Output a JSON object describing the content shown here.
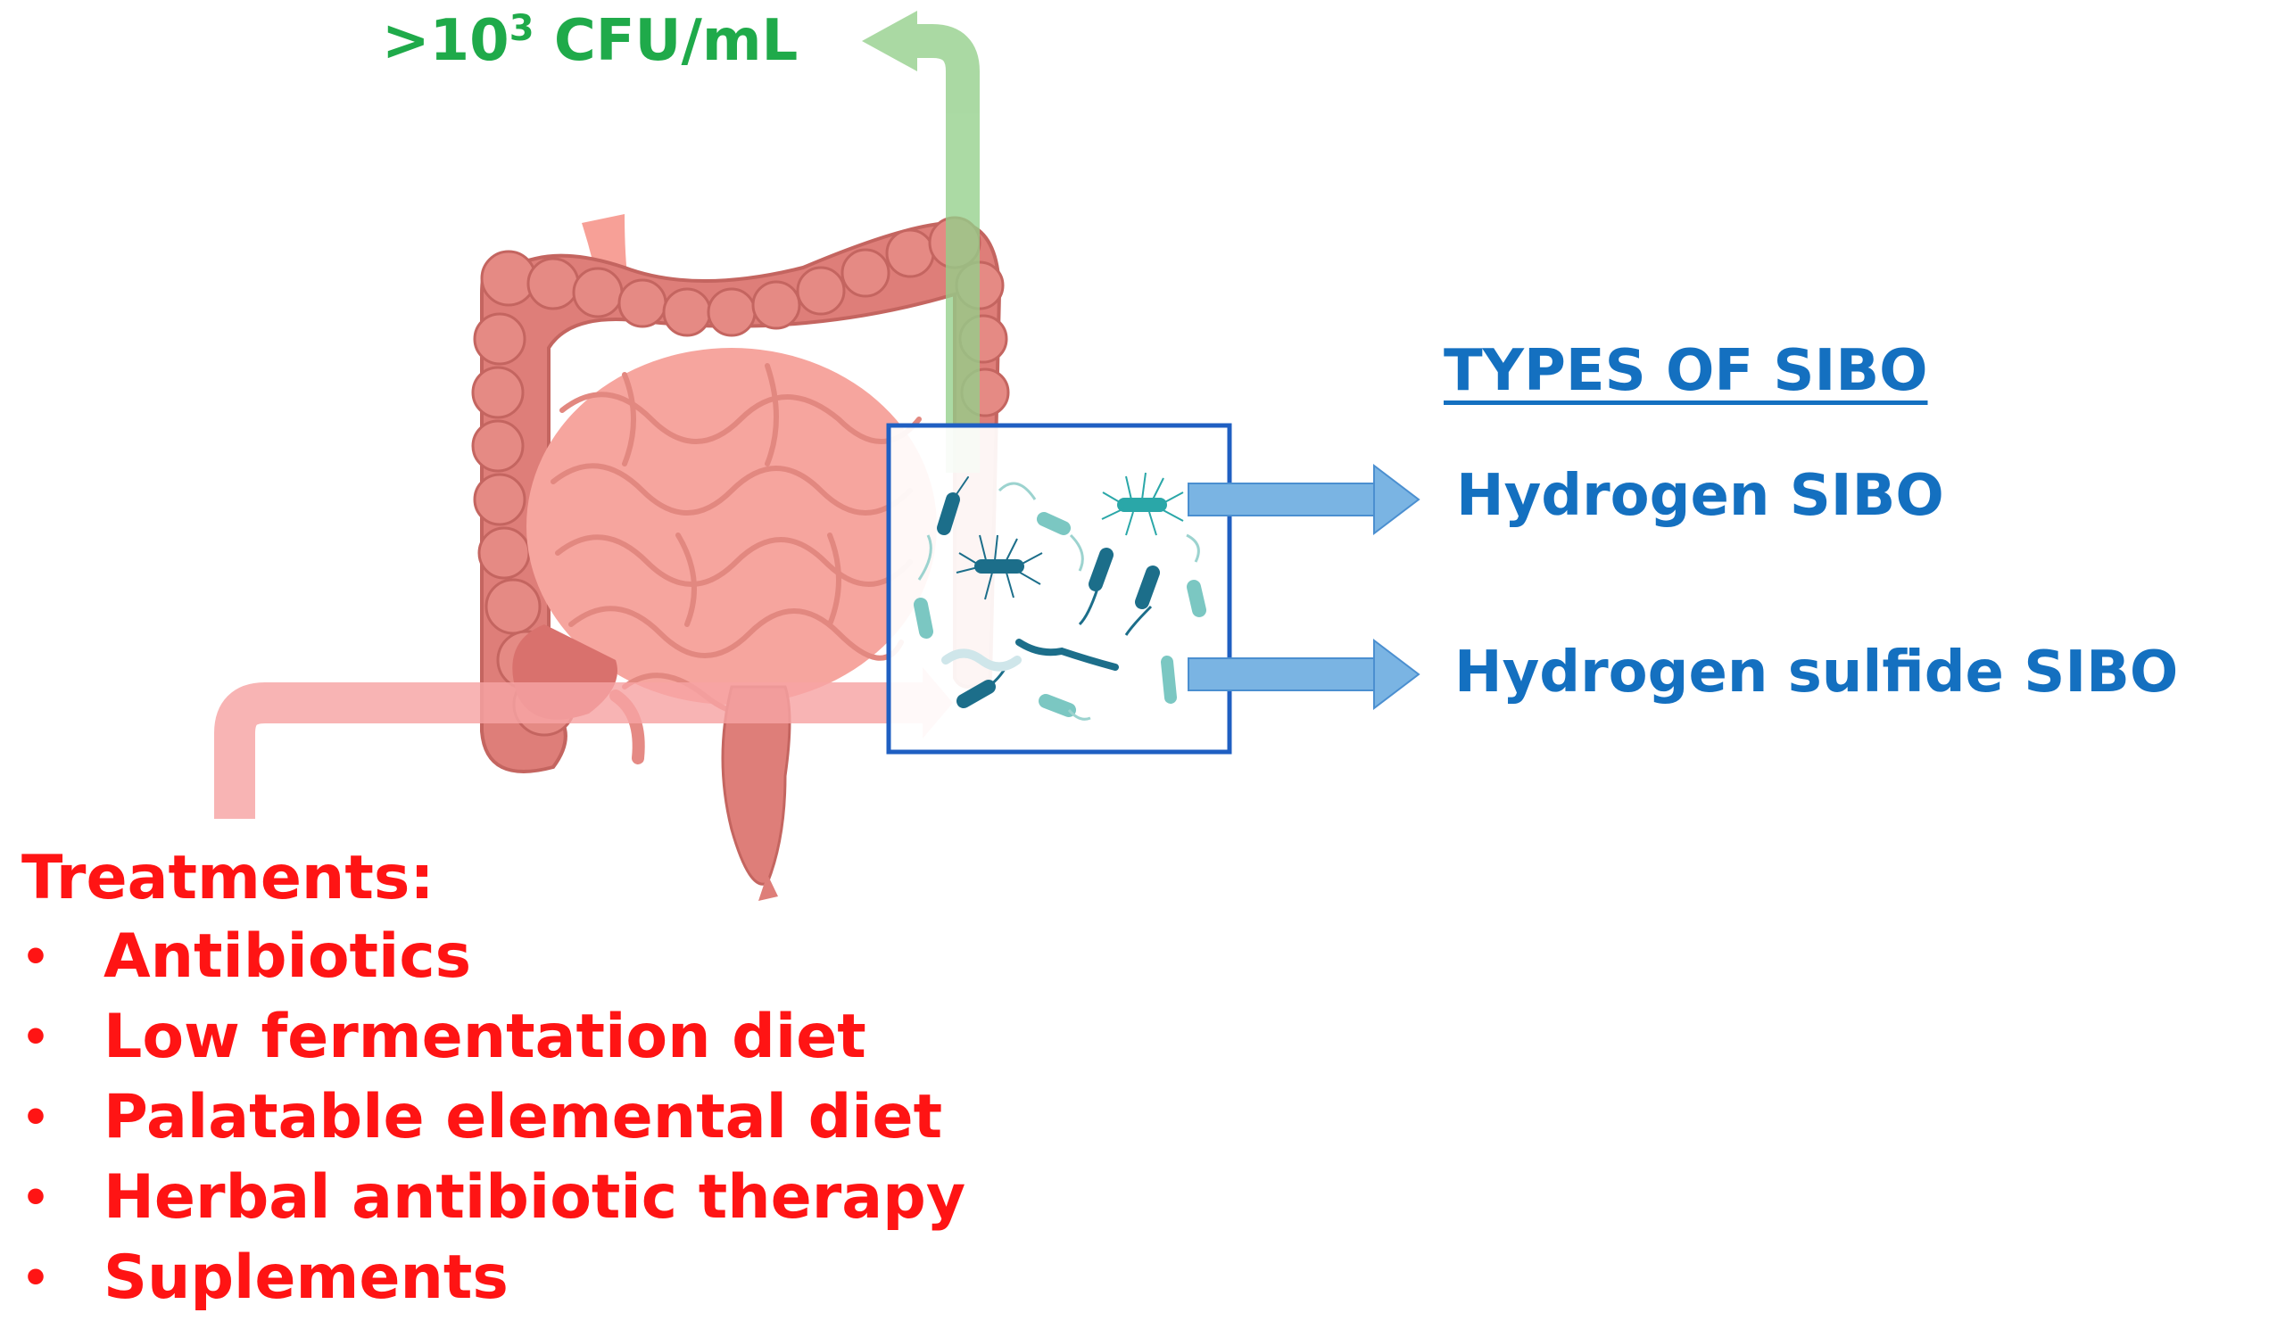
{
  "colors": {
    "green": "#1faa4a",
    "green_arrow": "#93cf8a",
    "blue": "#1470c0",
    "blue_arrow": "#7ab4e3",
    "red": "#ff1414",
    "red_arrow": "#f7a3a3",
    "box_border": "#1f5fc2"
  },
  "threshold": {
    "prefix": ">10",
    "exponent": "3",
    "unit": " CFU/mL"
  },
  "types": {
    "title": "TYPES OF SIBO",
    "items": [
      "Hydrogen SIBO",
      "Hydrogen sulfide SIBO"
    ]
  },
  "treatments": {
    "title": "Treatments:",
    "items": [
      "Antibiotics",
      "Low fermentation diet",
      "Palatable elemental diet",
      "Herbal antibiotic therapy",
      "Suplements"
    ]
  }
}
